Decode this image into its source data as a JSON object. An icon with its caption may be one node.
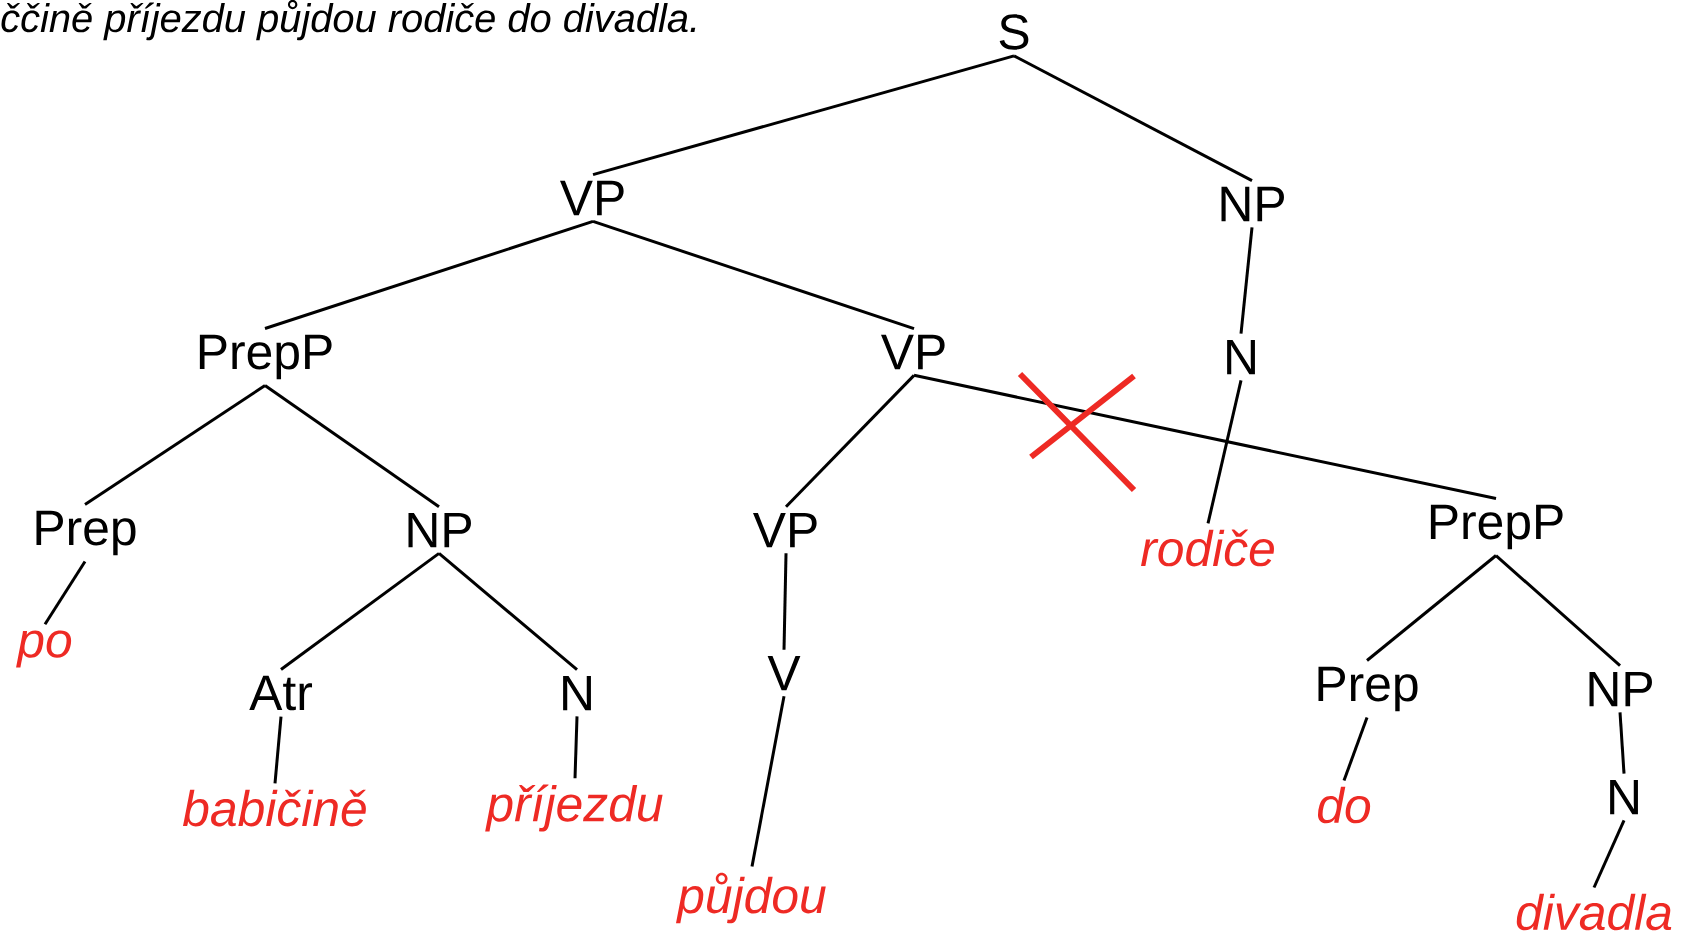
{
  "diagram": {
    "nodes": [
      {
        "text": [
          "S"
        ]
      },
      {
        "text": [
          "VP"
        ]
      },
      {
        "text": [
          "NP"
        ]
      },
      {
        "text": [
          "PrepP"
        ]
      },
      {
        "text": [
          "VP"
        ]
      },
      {
        "text": [
          "N"
        ]
      },
      {
        "text": [
          "Prep"
        ]
      },
      {
        "text": [
          "NP"
        ]
      },
      {
        "text": [
          "VP"
        ]
      },
      {
        "text": [
          "rodiče"
        ]
      },
      {
        "text": [
          "PrepP"
        ]
      },
      {
        "text": [
          "po"
        ]
      },
      {
        "text": [
          "Atr"
        ]
      },
      {
        "text": [
          "N"
        ]
      },
      {
        "text": [
          "V"
        ]
      },
      {
        "text": [
          "Prep"
        ]
      },
      {
        "text": [
          "NP"
        ]
      },
      {
        "text": [
          "babičině"
        ]
      },
      {
        "text": [
          "příjezdu"
        ]
      },
      {
        "text": [
          "N"
        ]
      },
      {
        "text": [
          "do"
        ]
      },
      {
        "text": [
          "půjdou"
        ]
      },
      {
        "text": [
          "divadla"
        ]
      }
    ],
    "edges": [
      {
        "from": 0,
        "to": 1,
        "arrow": "none"
      },
      {
        "from": 0,
        "to": 2,
        "arrow": "none"
      },
      {
        "from": 1,
        "to": 3,
        "arrow": "none"
      },
      {
        "from": 1,
        "to": 4,
        "arrow": "none"
      },
      {
        "from": 2,
        "to": 5,
        "arrow": "none"
      },
      {
        "from": 5,
        "to": 9,
        "arrow": "none"
      },
      {
        "from": 3,
        "to": 6,
        "arrow": "none"
      },
      {
        "from": 3,
        "to": 7,
        "arrow": "none"
      },
      {
        "from": 4,
        "to": 8,
        "arrow": "none"
      },
      {
        "from": 4,
        "to": 10,
        "arrow": "none"
      },
      {
        "from": 6,
        "to": 11,
        "arrow": "none"
      },
      {
        "from": 7,
        "to": 12,
        "arrow": "none"
      },
      {
        "from": 7,
        "to": 13,
        "arrow": "none"
      },
      {
        "from": 8,
        "to": 14,
        "arrow": "none"
      },
      {
        "from": 14,
        "to": 21,
        "arrow": "none"
      },
      {
        "from": 10,
        "to": 15,
        "arrow": "none"
      },
      {
        "from": 10,
        "to": 16,
        "arrow": "none"
      },
      {
        "from": 12,
        "to": 17,
        "arrow": "none"
      },
      {
        "from": 13,
        "to": 18,
        "arrow": "none"
      },
      {
        "from": 15,
        "to": 20,
        "arrow": "none"
      },
      {
        "from": 16,
        "to": 19,
        "arrow": "none"
      },
      {
        "from": 19,
        "to": 22,
        "arrow": "none"
      }
    ],
    "labels": [
      "ččině příjezdu půjdou rodiče do divadla."
    ]
  }
}
